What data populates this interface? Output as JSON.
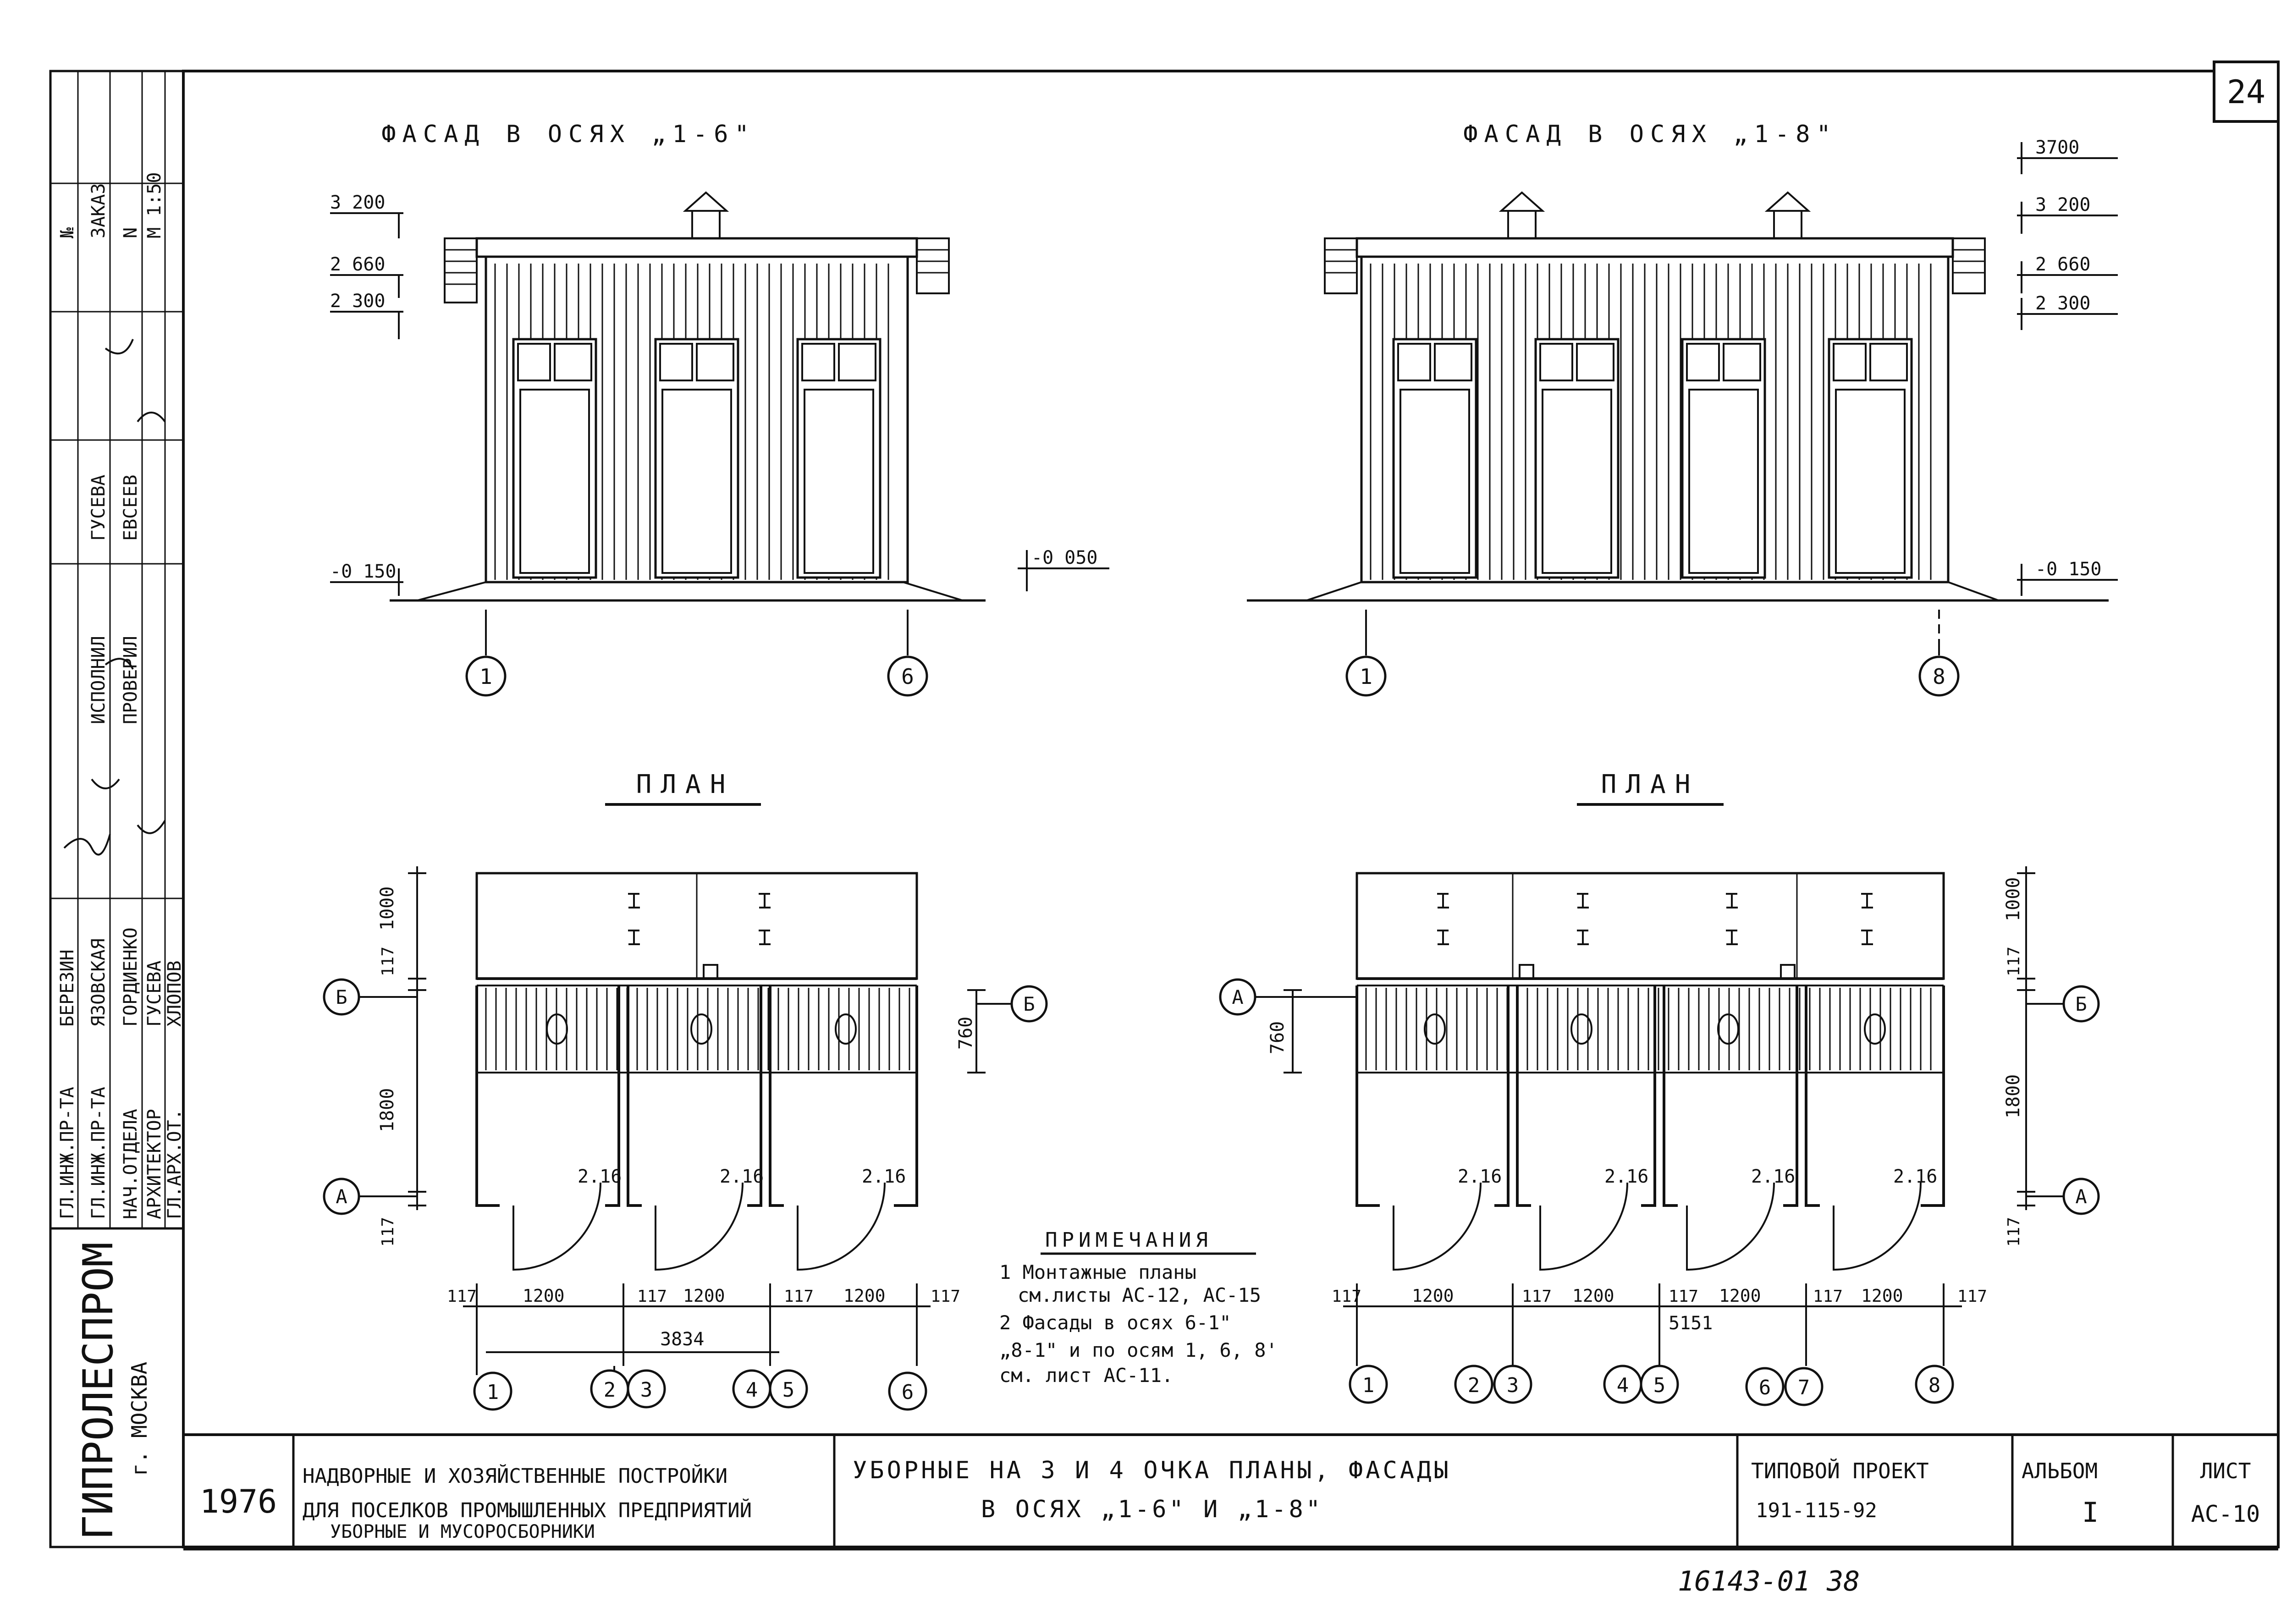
{
  "sheet_number": "24",
  "facade_left_title": "ФАСАД В ОСЯХ „1-6\"",
  "facade_right_title": "ФАСАД В ОСЯХ „1-8\"",
  "plan_left_title": "ПЛАН",
  "plan_right_title": "ПЛАН",
  "levels_left": [
    "3 200",
    "2 660",
    "2 300",
    "-0 150"
  ],
  "level_left_ground_right": "-0 050",
  "levels_right": [
    "3700",
    "3 200",
    "2 660",
    "2 300",
    "-0 150"
  ],
  "facade_left_axes": [
    "1",
    "6"
  ],
  "facade_right_axes": [
    "1",
    "8"
  ],
  "plan_left": {
    "axis_rows": [
      "Б",
      "А"
    ],
    "vertical_dims": [
      "1000",
      "117",
      "1800",
      "117"
    ],
    "right_dim": "760",
    "door_width_labels": [
      "2.16",
      "2.16",
      "2.16"
    ],
    "bottom_dims": [
      "117",
      "1200",
      "117",
      "1200",
      "117",
      "1200",
      "117"
    ],
    "total_dim": "3834",
    "axes": [
      "1",
      "2",
      "3",
      "4",
      "5",
      "6"
    ]
  },
  "plan_right": {
    "axis_rows_left": [
      "А"
    ],
    "axis_rows_right": [
      "Б",
      "А"
    ],
    "vertical_dims": [
      "1000",
      "117",
      "1800",
      "117"
    ],
    "left_dim": "760",
    "door_width_labels": [
      "2.16",
      "2.16",
      "2.16",
      "2.16"
    ],
    "bottom_dims": [
      "117",
      "1200",
      "117",
      "1200",
      "117",
      "1200",
      "117",
      "1200",
      "117"
    ],
    "total_dim": "5151",
    "axes": [
      "1",
      "2",
      "3",
      "4",
      "5",
      "6",
      "7",
      "8"
    ]
  },
  "notes": {
    "heading": "ПРИМЕЧАНИЯ",
    "lines": [
      "1 Монтажные планы",
      "см.листы АС-12, АС-15",
      "2 Фасады в осях 6-1\"",
      "„8-1\" и по осям 1, 6, 8'",
      "см. лист   АС-11."
    ]
  },
  "side_stamp": {
    "org": "ГИПРОЛЕСПРОМ",
    "city": "г. МОСКВА",
    "rows": [
      {
        "role": "ГЛ.ИНЖ.ПР-ТА",
        "name": "БЕРЕЗИН"
      },
      {
        "role": "ГЛ.ИНЖ.ПР-ТА",
        "name": "ЯЗОВСКАЯ"
      },
      {
        "role": "НАЧ.ОТДЕЛА",
        "name": "ГОРДИЕНКО"
      },
      {
        "role": "АРХИТЕКТОР",
        "name": "ГУСЕВА"
      },
      {
        "role": "ГЛ.АРХ.ОТ.",
        "name": "ХЛОПОВ"
      },
      {
        "role": "ИСПОЛНИЛ",
        "name": "ГУСЕВА"
      },
      {
        "role": "ПРОВЕРИЛ",
        "name": "ЕВСЕЕВ"
      }
    ],
    "top_col": [
      "№",
      "ЗАКАЗ",
      "N",
      "М 1:50"
    ]
  },
  "title_block": {
    "year": "1976",
    "project_title_1": "НАДВОРНЫЕ И ХОЗЯЙСТВЕННЫЕ ПОСТРОЙКИ",
    "project_title_2": "ДЛЯ ПОСЕЛКОВ ПРОМЫШЛЕННЫХ ПРЕДПРИЯТИЙ",
    "project_title_3": "УБОРНЫЕ И МУСОРОСБОРНИКИ",
    "drawing_title_1": "УБОРНЫЕ НА 3 И 4 ОЧКА ПЛАНЫ, ФАСАДЫ",
    "drawing_title_2": "В ОСЯХ „1-6\" И „1-8\"",
    "typical_label": "ТИПОВОЙ ПРОЕКТ",
    "typical_number": "191-115-92",
    "album_label": "АЛЬБОМ",
    "album_value": "I",
    "sheet_label": "ЛИСТ",
    "sheet_value": "АС-10"
  },
  "bottom_stamp": "16143-01   38"
}
